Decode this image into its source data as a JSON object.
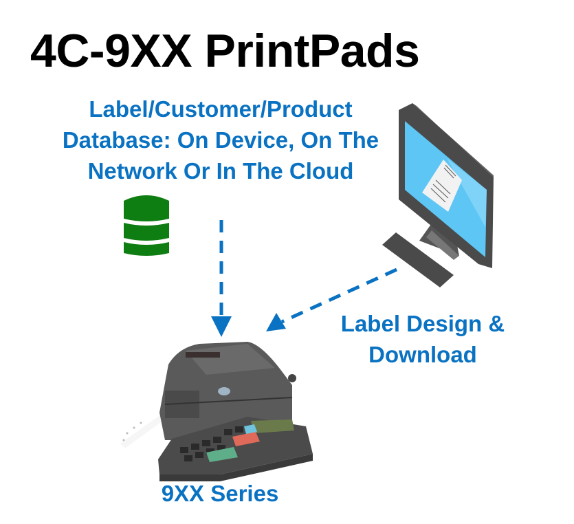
{
  "title": "4C-9XX PrintPads",
  "database_label": "Label/Customer/Product Database: On Device, On The Network Or In The Cloud",
  "design_label": "Label Design & Download",
  "device_label": "9XX Series",
  "colors": {
    "accent_blue": "#0a72c2",
    "database_green": "#0e7d12",
    "monitor_screen": "#5ec6f5",
    "monitor_frame": "#4a4a4a"
  },
  "icons": {
    "database": "database-icon",
    "computer": "desktop-computer-icon",
    "printer": "label-printer-keypad-icon"
  }
}
